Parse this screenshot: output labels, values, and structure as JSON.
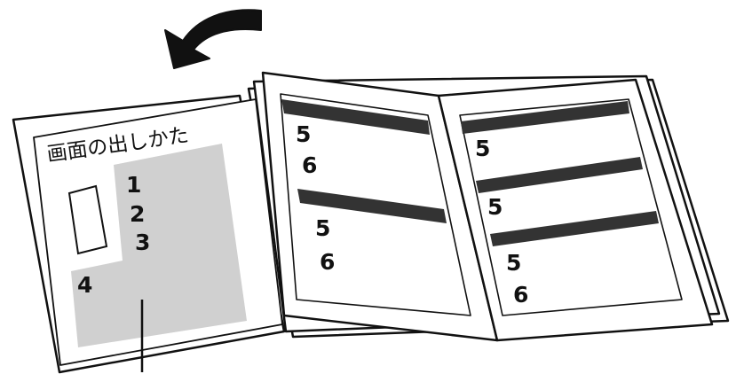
{
  "colors": {
    "line": "#111111",
    "paper": "#ffffff",
    "band": "#333333",
    "shade": "#d0d0d0"
  },
  "icons": {
    "turn_arrow": "curved-arrow-left-icon"
  },
  "left_page": {
    "title": "画面の出しかた",
    "steps": [
      "1",
      "2",
      "3",
      "4"
    ]
  },
  "middle_page": {
    "labels": [
      "5",
      "6",
      "5",
      "6"
    ]
  },
  "right_page": {
    "labels": [
      "5",
      "5",
      "5",
      "6"
    ]
  }
}
